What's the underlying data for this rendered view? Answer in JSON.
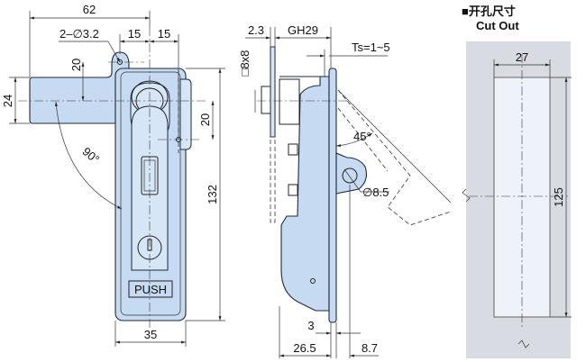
{
  "colors": {
    "part_fill": "#c6dbf1",
    "cutout_outer": "#d8dce2",
    "cutout_inner": "#eef3fa",
    "line": "#222222"
  },
  "front_view": {
    "dim_width_total": "62",
    "dim_holes": "2–∅3.2",
    "dim_hole_spacing_left": "15",
    "dim_hole_spacing_right": "15",
    "dim_hole_offset": "20",
    "dim_handle_width": "24",
    "dim_angle": "90°",
    "dim_pivot_offset": "20",
    "dim_height": "132",
    "dim_body_width": "35",
    "push_label": "PUSH"
  },
  "side_view": {
    "dim_plate": "2.3",
    "dim_gh": "GH29",
    "dim_square": "□8x8",
    "dim_ts": "Ts=1~5",
    "dim_angle": "45°",
    "dim_hole": "∅8.5",
    "dim_3": "3",
    "dim_26_5": "26.5",
    "dim_8_7": "8.7"
  },
  "cutout": {
    "title_cn": "■开孔尺寸",
    "title_en": "Cut Out",
    "dim_width": "27",
    "dim_height": "125"
  }
}
